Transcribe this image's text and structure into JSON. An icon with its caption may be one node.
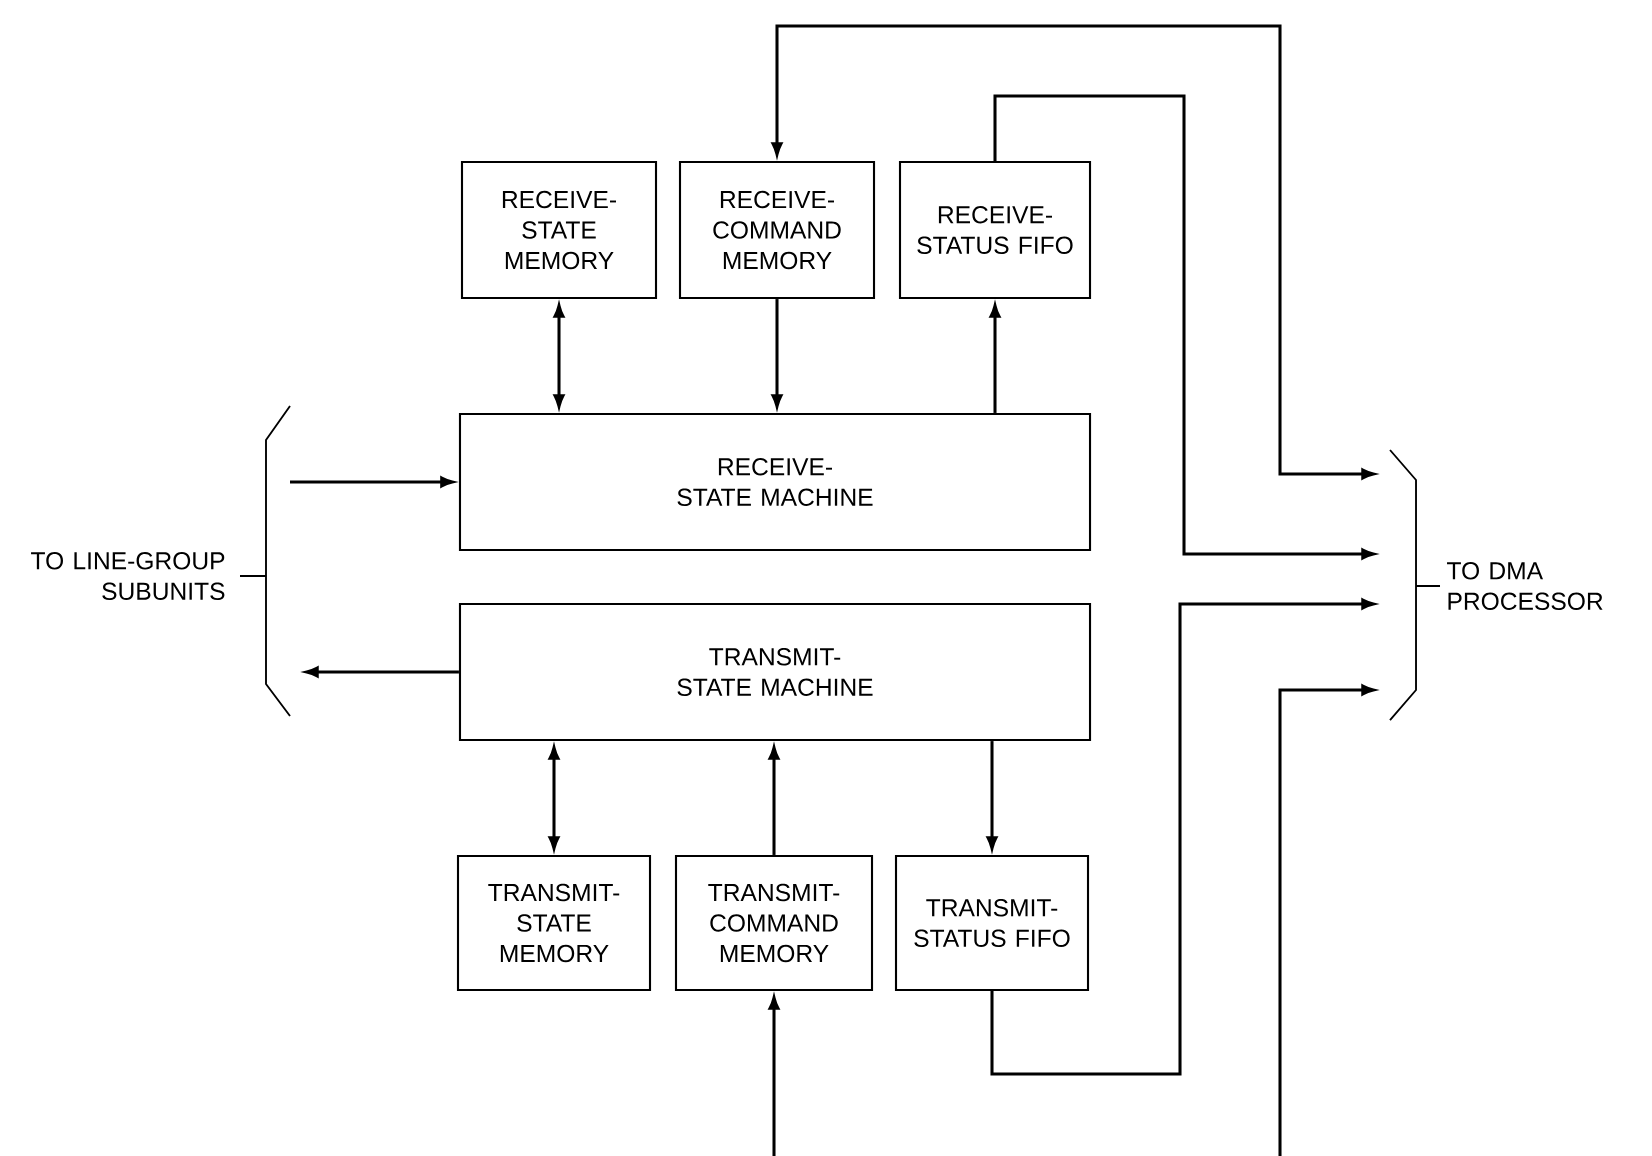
{
  "diagram": {
    "nodes": [
      {
        "text": [
          "RECEIVE-STATE MEMORY"
        ]
      },
      {
        "text": [
          "RECEIVE-COMMAND MEMORY"
        ]
      },
      {
        "text": [
          "RECEIVE-STATUS FIFO"
        ]
      },
      {
        "text": [
          "RECEIVE-STATE MACHINE"
        ]
      },
      {
        "text": [
          "TRANSMIT-STATE MACHINE"
        ]
      },
      {
        "text": [
          "TRANSMIT-STATE MEMORY"
        ]
      },
      {
        "text": [
          "TRANSMIT-COMMAND MEMORY"
        ]
      },
      {
        "text": [
          "TRANSMIT-STATUS FIFO"
        ]
      },
      {
        "text": [
          "TO LINE-GROUP SUBUNITS"
        ]
      },
      {
        "text": [
          "TO DMA PROCESSOR"
        ]
      }
    ],
    "edges": [
      {
        "from": 0,
        "to": 3,
        "arrow": "both"
      },
      {
        "from": 1,
        "to": 3,
        "arrow": "to"
      },
      {
        "from": 3,
        "to": 2,
        "arrow": "to"
      },
      {
        "from": 4,
        "to": 5,
        "arrow": "both"
      },
      {
        "from": 6,
        "to": 4,
        "arrow": "to"
      },
      {
        "from": 4,
        "to": 7,
        "arrow": "to"
      },
      {
        "from": 8,
        "to": 3,
        "arrow": "to"
      },
      {
        "from": 4,
        "to": 8,
        "arrow": "to"
      },
      {
        "from": 1,
        "to": 9,
        "arrow": "both"
      },
      {
        "from": 2,
        "to": 9,
        "arrow": "to"
      },
      {
        "from": 7,
        "to": 9,
        "arrow": "to"
      },
      {
        "from": null,
        "to": 9,
        "arrow": "to"
      },
      {
        "from": null,
        "to": 6,
        "arrow": "to"
      }
    ]
  }
}
